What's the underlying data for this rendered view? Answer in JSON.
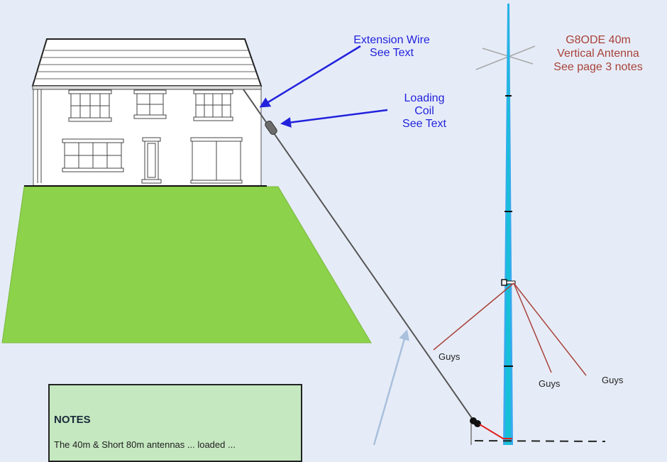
{
  "diagram": {
    "title": {
      "line1": "G8ODE 40m",
      "line2": "Vertical Antenna",
      "line3": "See page 3 notes"
    },
    "callouts": {
      "extension_wire": {
        "line1": "Extension Wire",
        "line2": "See Text"
      },
      "loading_coil": {
        "line1": "Loading",
        "line2": "Coil",
        "line3": "See Text"
      }
    },
    "guys_labels": [
      "Guys",
      "Guys",
      "Guys"
    ],
    "notes": {
      "heading": "NOTES",
      "text": "The 40m & Short 80m antennas ... loaded ..."
    },
    "colors": {
      "background": "#e6ecf7",
      "lawn": "#8cd24a",
      "mast": "#1fb8d8",
      "callout_arrow": "#2222dd",
      "guy_wire": "#a8423a",
      "feed_wire": "#e02020",
      "notes_bg": "#c5e8c0"
    }
  }
}
